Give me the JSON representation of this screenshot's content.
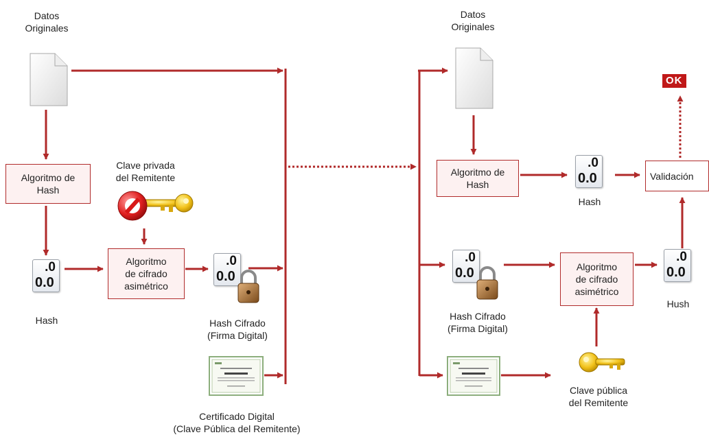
{
  "left": {
    "original_data": "Datos\nOriginales",
    "hash_algorithm": "Algoritmo de\nHash",
    "private_key": "Clave privada\ndel Remitente",
    "asym_cipher": "Algoritmo\nde cifrado\nasimétrico",
    "hash": "Hash",
    "encrypted_hash": "Hash Cifrado\n(Firma Digital)",
    "certificate": "Certificado Digital\n(Clave Pública del Remitente)"
  },
  "right": {
    "original_data": "Datos\nOriginales",
    "hash_algorithm": "Algoritmo de\nHash",
    "hash": "Hash",
    "validation": "Validación",
    "ok": "OK",
    "encrypted_hash": "Hash Cifrado\n(Firma Digital)",
    "asym_cipher": "Algoritmo\nde cifrado\nasimétrico",
    "hush": "Hush",
    "public_key": "Clave pública\ndel Remitente"
  },
  "hash_icon": {
    "top": ".0",
    "bottom": "0.0"
  },
  "colors": {
    "arrow": "#b02a2a",
    "box_border": "#b02a2a",
    "box_fill": "#fdf1f1",
    "ok_fill": "#c01818"
  }
}
